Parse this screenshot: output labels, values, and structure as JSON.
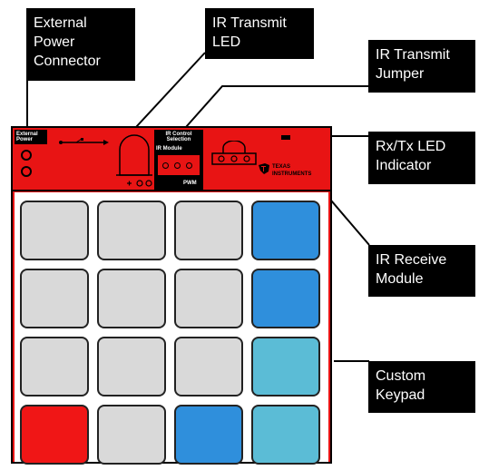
{
  "callouts": {
    "external_power": "External\nPower\nConnector",
    "ir_transmit_led": "IR Transmit\nLED",
    "ir_transmit_jumper": "IR Transmit\nJumper",
    "rxtx_led": "Rx/Tx LED\nIndicator",
    "ir_receive": "IR Receive\nModule",
    "custom_keypad": "Custom\nKeypad"
  },
  "board": {
    "external_power_label": "External\nPower",
    "ir_control_label": "IR Control\nSelection",
    "ir_module_label": "IR Module",
    "pwm_label": "PWM",
    "logo_line1": "TEXAS",
    "logo_line2": "INSTRUMENTS"
  },
  "keypad": {
    "rows": [
      [
        "gray",
        "gray",
        "gray",
        "blue"
      ],
      [
        "gray",
        "gray",
        "gray",
        "blue"
      ],
      [
        "gray",
        "gray",
        "gray",
        "teal"
      ],
      [
        "red",
        "gray",
        "blue",
        "teal"
      ]
    ]
  },
  "colors": {
    "board_red": "#e81414",
    "gray": "#d9d9d9",
    "blue": "#2f8fdc",
    "teal": "#5bbcd6",
    "red": "#f01616",
    "callout_bg": "#000000"
  }
}
